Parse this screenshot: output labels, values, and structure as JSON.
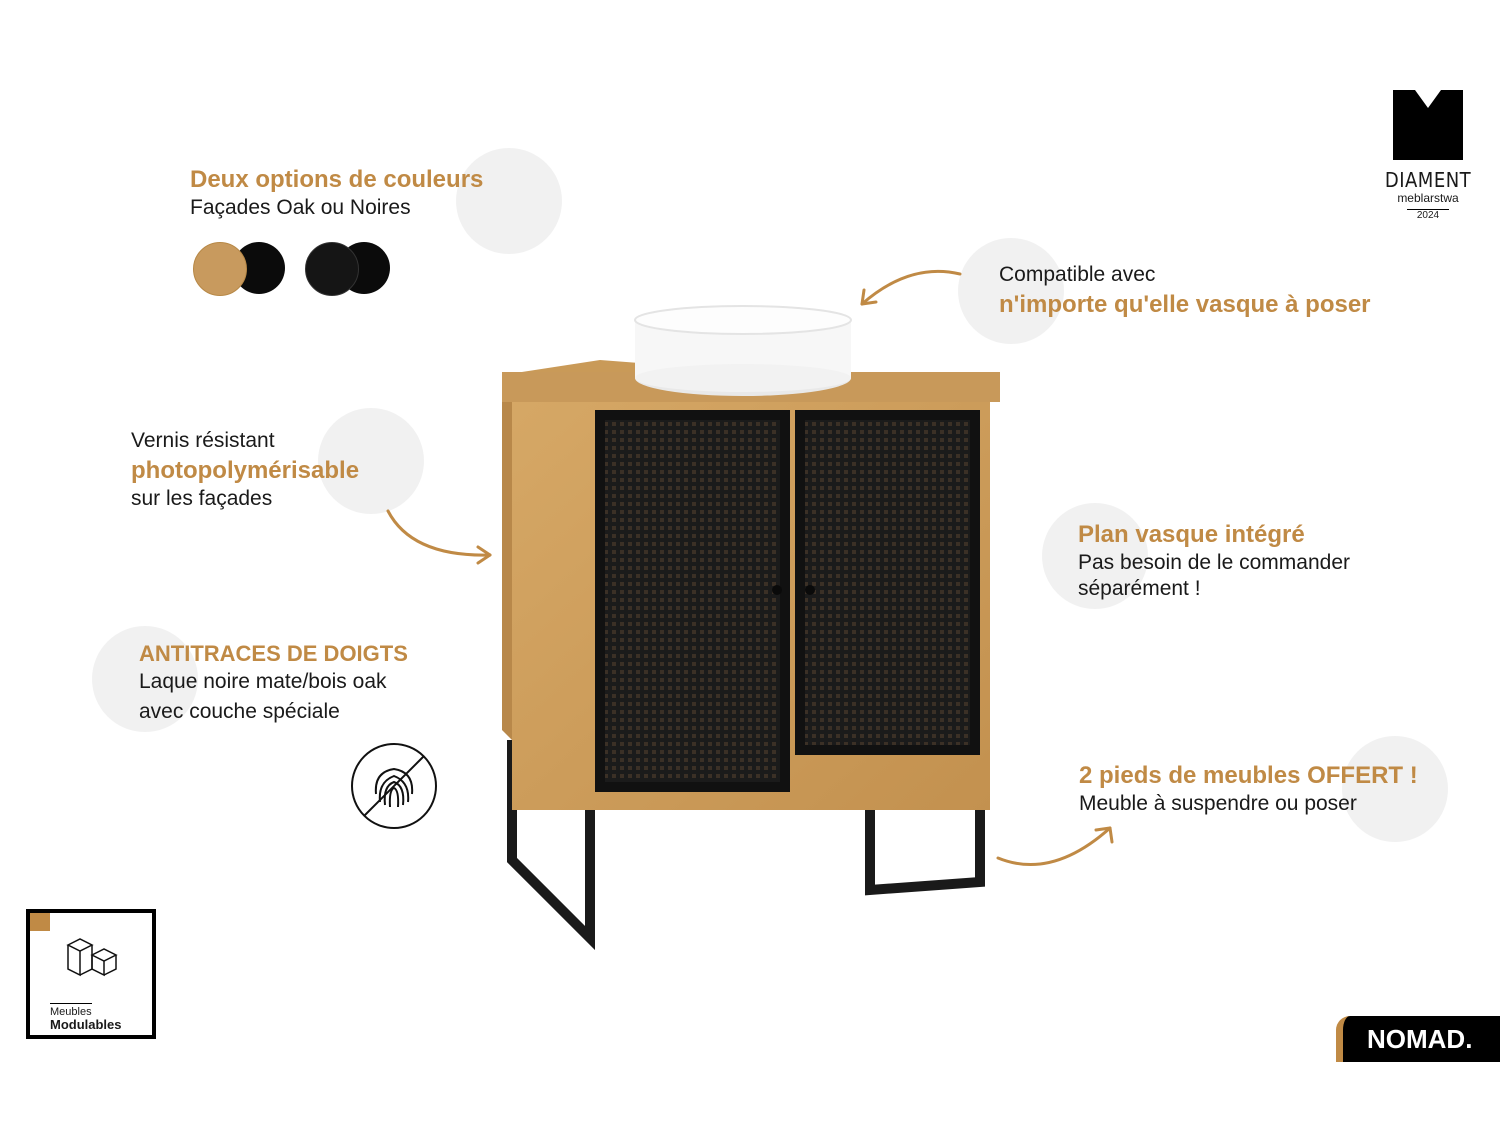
{
  "colors": {
    "accent": "#c08a45",
    "oak": "#c89a5e",
    "black": "#0b0b0b",
    "bubble": "#ececec"
  },
  "brand": {
    "diament": {
      "name": "DIAMENT",
      "sub": "meblarstwa",
      "year": "2024"
    },
    "nomad": "NOMAD.",
    "modulables": {
      "small": "Meubles",
      "strong": "Modulables"
    }
  },
  "features": {
    "colors_option": {
      "title": "Deux options de couleurs",
      "subtitle": "Façades Oak ou Noires"
    },
    "compatible": {
      "line1": "Compatible avec",
      "line2": "n'importe qu'elle vasque à poser"
    },
    "vernis": {
      "line1": "Vernis résistant",
      "line2": "photopolymérisable",
      "line3": "sur les façades"
    },
    "plan": {
      "title": "Plan vasque intégré",
      "line1": "Pas besoin de le commander",
      "line2": "séparément !"
    },
    "antitraces": {
      "title": "ANTITRACES DE DOIGTS",
      "line1": "Laque noire mate/bois oak",
      "line2": "avec couche spéciale"
    },
    "pieds": {
      "title": "2 pieds de meubles OFFERT !",
      "line1": "Meuble à suspendre ou poser"
    }
  },
  "icons": [
    "diament-logo-icon",
    "fingerprint-crossed-icon",
    "modular-cubes-icon",
    "arrow-icon"
  ]
}
